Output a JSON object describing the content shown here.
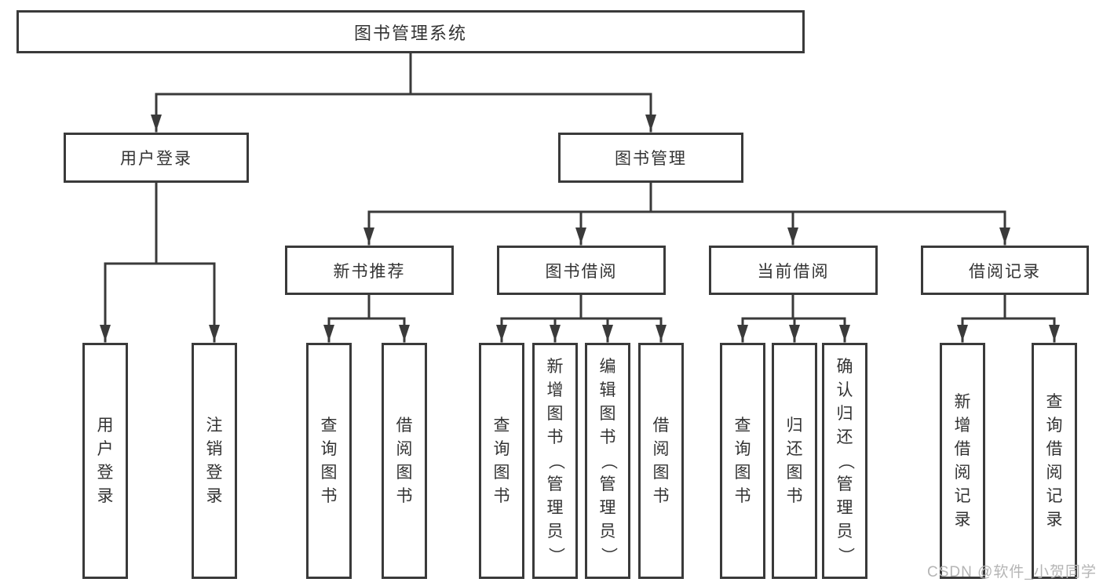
{
  "title": {
    "label": "图书管理系统"
  },
  "branches": {
    "user_login": {
      "label": "用户登录",
      "children": [
        {
          "label": "用户登录"
        },
        {
          "label": "注销登录"
        }
      ]
    },
    "book_mgmt": {
      "label": "图书管理",
      "children": [
        {
          "label": "新书推荐",
          "children": [
            {
              "label": "查询图书"
            },
            {
              "label": "借阅图书"
            }
          ]
        },
        {
          "label": "图书借阅",
          "children": [
            {
              "label": "查询图书"
            },
            {
              "label": "新增图书（管理员）"
            },
            {
              "label": "编辑图书（管理员）"
            },
            {
              "label": "借阅图书"
            }
          ]
        },
        {
          "label": "当前借阅",
          "children": [
            {
              "label": "查询图书"
            },
            {
              "label": "归还图书"
            },
            {
              "label": "确认归还（管理员）"
            }
          ]
        },
        {
          "label": "借阅记录",
          "children": [
            {
              "label": "新增借阅记录"
            },
            {
              "label": "查询借阅记录"
            }
          ]
        }
      ]
    }
  },
  "watermark": {
    "text": "CSDN @软件_小贺同学"
  },
  "colors": {
    "line": "#3a3a3a",
    "text": "#333333",
    "box_background": "#ffffff",
    "watermark": "#b5b5b5"
  }
}
